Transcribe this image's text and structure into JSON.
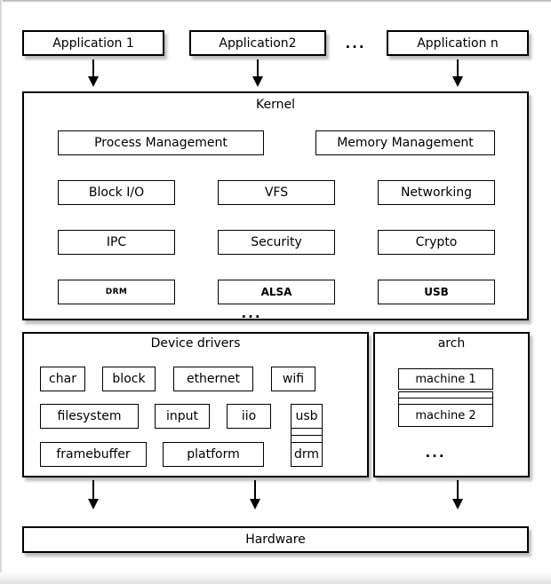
{
  "diagram": {
    "applications": [
      {
        "label": "Application 1"
      },
      {
        "label": "Application2"
      },
      {
        "label": "Application n"
      }
    ],
    "apps_ellipsis": "...",
    "kernel": {
      "title": "Kernel",
      "row1": [
        "Process Management",
        "Memory Management"
      ],
      "row2": [
        "Block I/O",
        "VFS",
        "Networking"
      ],
      "row3": [
        "IPC",
        "Security",
        "Crypto"
      ],
      "row4": [
        "DRM",
        "ALSA",
        "USB"
      ],
      "ellipsis": "..."
    },
    "device_drivers": {
      "title": "Device drivers",
      "row1": [
        "char",
        "block",
        "ethernet",
        "wifi"
      ],
      "row2": [
        "filesystem",
        "input",
        "iio"
      ],
      "row3": [
        "framebuffer",
        "platform"
      ],
      "stack": {
        "top": "usb",
        "bottom": "drm"
      }
    },
    "arch": {
      "title": "arch",
      "machines": [
        "machine 1",
        "machine 2"
      ],
      "ellipsis": "..."
    },
    "hardware": {
      "label": "Hardware"
    },
    "colors": {
      "box_border": "#000000",
      "box_fill": "#ffffff",
      "shadow": "#bdbdbd",
      "background": "#ffffff"
    }
  }
}
